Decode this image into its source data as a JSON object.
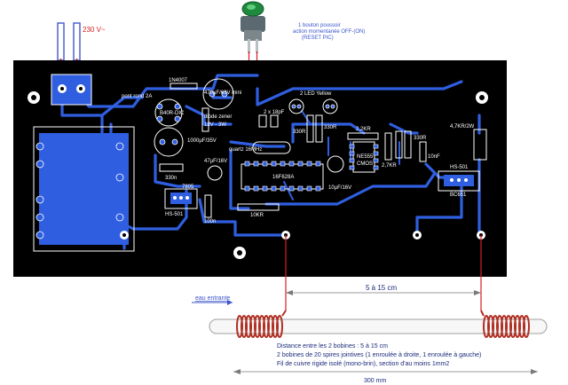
{
  "power": {
    "label": "230 V~"
  },
  "button": {
    "line1": "1 bouton poussoir",
    "line2": "action momentanée OFF-(ON)",
    "line3": "(RESET PIC)"
  },
  "components": {
    "diode": "1N4007",
    "bridge": "pont rond 2A",
    "bridge_part": "B40R-DIC",
    "cap_big": "470µF/63V mini",
    "zener": "diode zener",
    "zener_value": "12V - 3W",
    "cap_1000": "1000µF/35V",
    "quartz": "quartz 16MHz",
    "cap_47": "47µF/16V",
    "cap_330n": "330n",
    "reg": "7805",
    "heatsink_left": "HS-501",
    "cap_100n": "100n",
    "res_10k": "10KR",
    "pic": "16F628A",
    "caps_18p": "2 x 18pF",
    "led": "2 LED Yellow",
    "res_330_1": "330R",
    "res_330_2": "330R",
    "res_22k": "2,2KR",
    "ne555_1": "NE555",
    "ne555_2": "CMOS",
    "cap_10u": "10µF/16V",
    "res_27k": "2,7KR",
    "res_330_3": "330R",
    "cap_10n": "10nF",
    "res_47k": "4,7KR/2W",
    "heatsink_right": "HS-501",
    "transistor": "BC651"
  },
  "measure": {
    "distance": "5 à 15 cm",
    "length": "300 mm",
    "water": "eau entrante"
  },
  "notes": {
    "line1": "Distance entre les 2 bobines : 5 à 15 cm",
    "line2": "2 bobines de 20 spires jointives (1 enroulée à droite, 1 enroulée à gauche)",
    "line3": "Fil de cuivre rigide isolé (mono-brin), section d'au moins 1mm2"
  },
  "colors": {
    "board": "#000000",
    "trace": "#2f5fe0",
    "wire": "#d81e1e",
    "coil": "#c0392b",
    "annotation": "#3b55c8"
  }
}
